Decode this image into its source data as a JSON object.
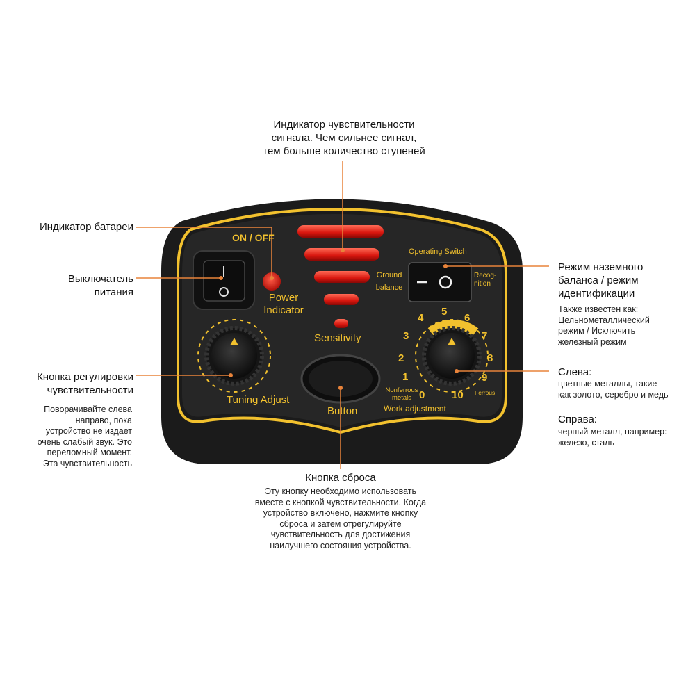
{
  "device": {
    "on_off": "ON / OFF",
    "power_indicator": [
      "Power",
      "Indicator"
    ],
    "sensitivity": "Sensitivity",
    "ground_balance": [
      "Ground",
      "balance"
    ],
    "operating_switch": "Operating Switch",
    "recognition": [
      "Recog-",
      "nition"
    ],
    "tuning_adjust": "Tuning Adjust",
    "button": "Button",
    "nonferrous": [
      "Nonferrous",
      "metals"
    ],
    "ferrous": "Ferrous",
    "work_adjustment": "Work adjustment",
    "scale": [
      "0",
      "1",
      "2",
      "3",
      "4",
      "5",
      "6",
      "7",
      "8",
      "9",
      "10"
    ],
    "switch_symbols": [
      "I",
      "O"
    ],
    "accent_color": "#f2c12e",
    "led_color": "#e02018",
    "body_color": "#1b1b1b"
  },
  "annotations": {
    "sensitivity_indicator": [
      "Индикатор чувствительности",
      "сигнала. Чем сильнее сигнал,",
      "тем больше количество ступеней"
    ],
    "battery_indicator": "Индикатор батареи",
    "power_switch": [
      "Выключатель",
      "питания"
    ],
    "tuning_knob_title": [
      "Кнопка регулировки",
      "чувствительности"
    ],
    "tuning_knob_desc": [
      "Поворачивайте слева",
      "направо, пока",
      "устройство не издает",
      "очень слабый звук. Это",
      "переломный момент.",
      "Эта чувствительность"
    ],
    "mode_title": [
      "Режим наземного",
      "баланса / режим",
      "идентификации"
    ],
    "mode_desc": [
      "Также известен как:",
      "Цельнометаллический",
      "режим / Исключить",
      "железный режим"
    ],
    "left_title": "Слева:",
    "left_desc": [
      "цветные металлы, такие",
      "как золото, серебро и медь"
    ],
    "right_title": "Справа:",
    "right_desc": [
      "черный металл, например:",
      "железо, сталь"
    ],
    "reset_title": "Кнопка сброса",
    "reset_desc": [
      "Эту кнопку необходимо использовать",
      "вместе с кнопкой чувствительности. Когда",
      "устройство включено, нажмите кнопку",
      "сброса и затем отрегулируйте",
      "чувствительность для достижения",
      "наилучшего состояния устройства."
    ]
  }
}
